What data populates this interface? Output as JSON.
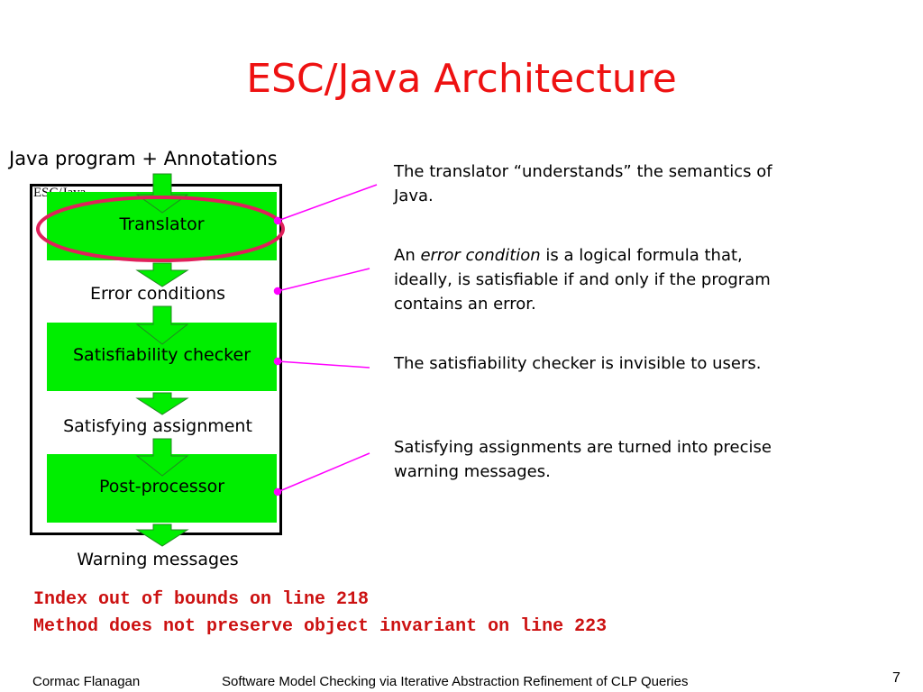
{
  "slide": {
    "title": "ESC/Java Architecture",
    "page_number": "7"
  },
  "diagram": {
    "input_label": "Java program + Annotations",
    "frame_label": "ESC/Java",
    "stages": [
      {
        "label": "Translator"
      },
      {
        "label": "Satisfiability checker"
      },
      {
        "label": "Post-processor"
      }
    ],
    "intermediates": [
      {
        "label": "Error conditions"
      },
      {
        "label": "Satisfying assignment"
      }
    ],
    "output_label": "Warning messages"
  },
  "notes": [
    {
      "text": "The translator “understands” the semantics of Java."
    },
    {
      "pre": "An ",
      "em": "error condition",
      "post": " is a logical formula that, ideally, is satisfiable if and only if the program contains an error."
    },
    {
      "text": "The satisfiability checker is invisible to users."
    },
    {
      "text": "Satisfying assignments are turned into precise warning messages."
    }
  ],
  "warnings": [
    "Index out of bounds on line 218",
    "Method does not preserve object invariant on line 223"
  ],
  "footer": {
    "author": "Cormac Flanagan",
    "talk_title": "Software Model Checking via Iterative Abstraction Refinement of CLP Queries"
  },
  "colors": {
    "title": "#ee1111",
    "stage_fill": "#00ee00",
    "highlight": "#e0205a",
    "callout_line": "#ff00ff",
    "warning_text": "#cc1111"
  }
}
